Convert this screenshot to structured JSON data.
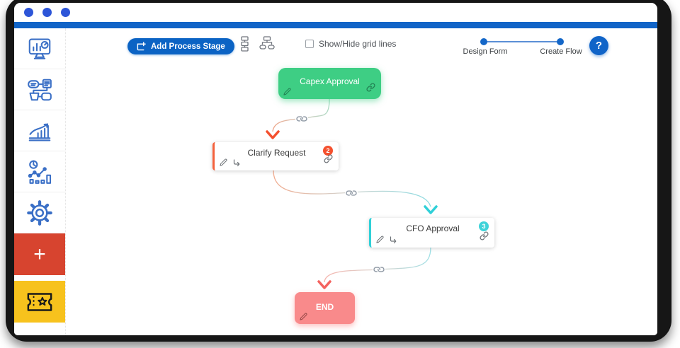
{
  "window": {
    "controls": [
      "dot",
      "dot",
      "dot"
    ]
  },
  "colors": {
    "top_bar": "#1164c7",
    "window_dots": "#2d55d8",
    "primary_button": "#0b63c4",
    "start_node": "#3ece84",
    "stage_accent_orange": "#f4613c",
    "stage_accent_teal": "#2fd0d8",
    "end_node": "#f98a8b",
    "sidebar_add_tile": "#d7442f",
    "sidebar_ticket_tile": "#f7c21d",
    "sidebar_icon_blue": "#3a6fc6"
  },
  "sidebar": {
    "plus_label": "+",
    "items": [
      {
        "name": "dashboard"
      },
      {
        "name": "workflow"
      },
      {
        "name": "reports"
      },
      {
        "name": "analytics"
      },
      {
        "name": "settings"
      },
      {
        "name": "add-new"
      },
      {
        "name": "tickets"
      }
    ]
  },
  "toolbar": {
    "add_stage_label": "Add Process Stage",
    "grid_toggle_label": "Show/Hide grid lines",
    "grid_toggle_checked": false,
    "help_label": "?",
    "stepper": {
      "steps": [
        {
          "label": "Design Form"
        },
        {
          "label": "Create Flow"
        }
      ]
    }
  },
  "flow": {
    "nodes": [
      {
        "label": "Capex Approval",
        "type": "start"
      },
      {
        "label": "Clarify Request",
        "type": "stage",
        "badge": "2"
      },
      {
        "label": "CFO Approval",
        "type": "stage",
        "badge": "3"
      },
      {
        "label": "END",
        "type": "end"
      }
    ],
    "connectors": [
      {
        "from": "Capex Approval",
        "to": "Clarify Request"
      },
      {
        "from": "Clarify Request",
        "to": "CFO Approval"
      },
      {
        "from": "CFO Approval",
        "to": "END"
      }
    ]
  }
}
